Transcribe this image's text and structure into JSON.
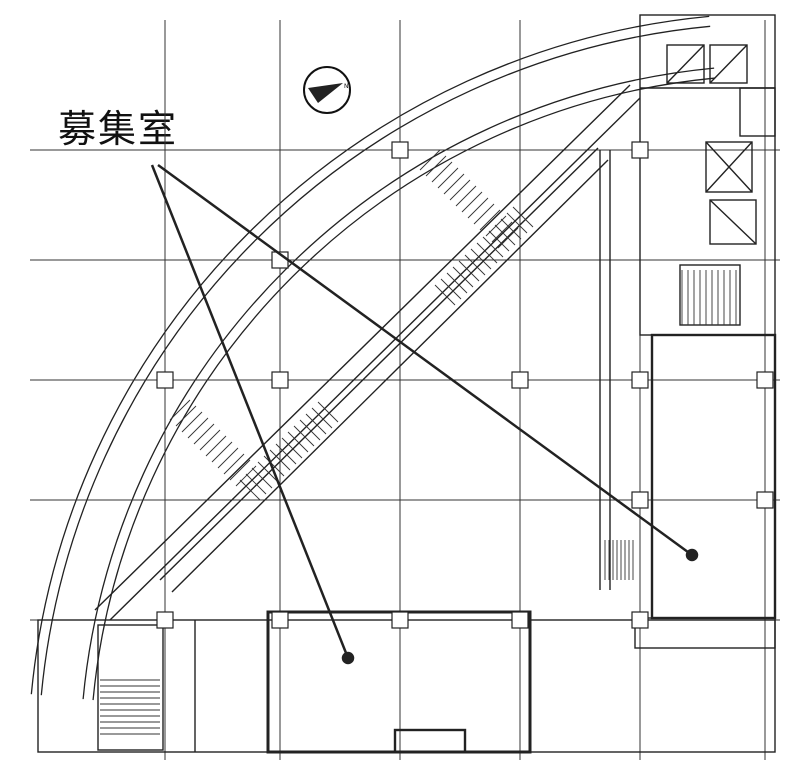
{
  "title": "フロア平面図",
  "callout": {
    "label": "募集室",
    "color": "#222222"
  },
  "compass": {
    "icon": "north-arrow-icon",
    "letter": "N"
  },
  "colors": {
    "line": "#222222",
    "thin": "#444444",
    "background": "#ffffff"
  }
}
